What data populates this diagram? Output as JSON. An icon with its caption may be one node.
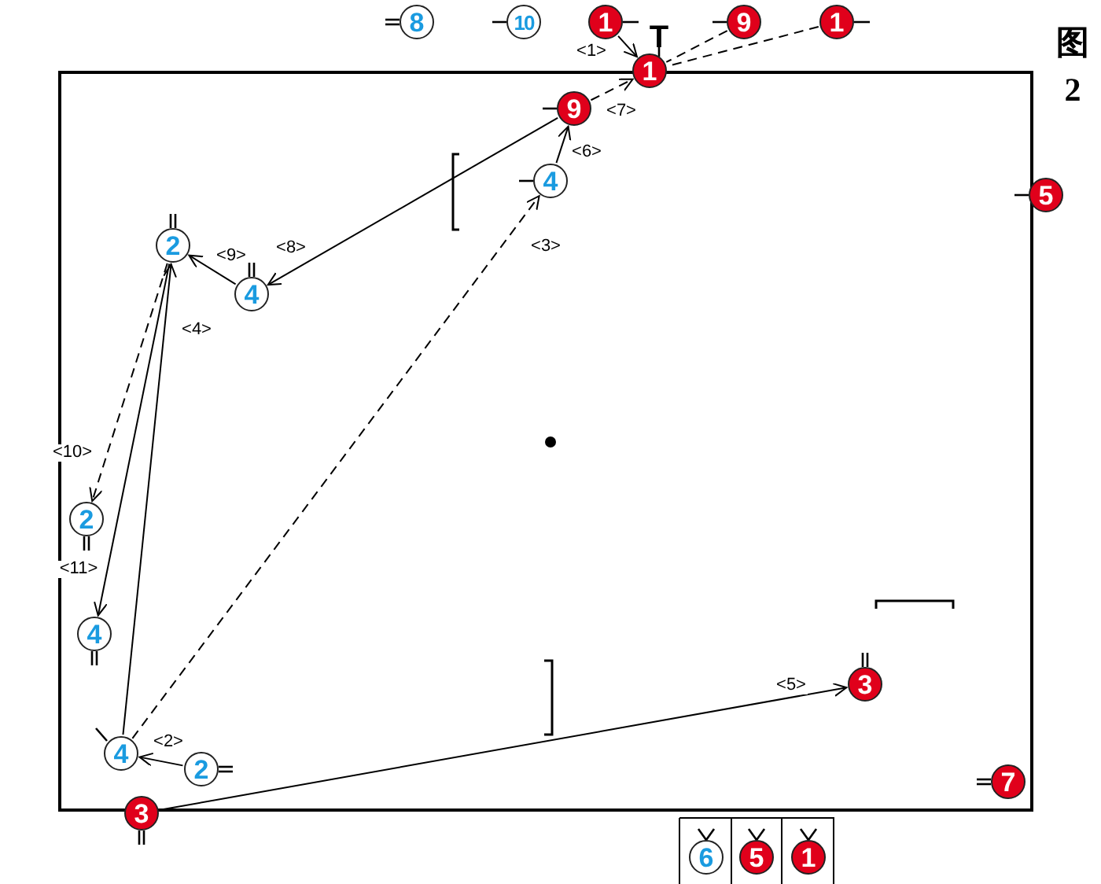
{
  "diagram": {
    "caption": "图 2",
    "nodes": [
      {
        "text": [
          "8"
        ]
      },
      {
        "text": [
          "10"
        ]
      },
      {
        "text": [
          "1"
        ]
      },
      {
        "text": [
          "9"
        ]
      },
      {
        "text": [
          "1"
        ]
      },
      {
        "text": [
          "1"
        ]
      },
      {
        "text": [
          "9"
        ]
      },
      {
        "text": [
          "4"
        ]
      },
      {
        "text": [
          "5"
        ]
      },
      {
        "text": [
          "2"
        ]
      },
      {
        "text": [
          "4"
        ]
      },
      {
        "text": [
          "2"
        ]
      },
      {
        "text": [
          "4"
        ]
      },
      {
        "text": [
          "3"
        ]
      },
      {
        "text": [
          "4"
        ]
      },
      {
        "text": [
          "2"
        ]
      },
      {
        "text": [
          "7"
        ]
      },
      {
        "text": [
          "3"
        ]
      },
      {
        "text": [
          "6"
        ]
      },
      {
        "text": [
          "5"
        ]
      },
      {
        "text": [
          "1"
        ]
      }
    ],
    "edges": [
      {
        "from": 2,
        "to": 5,
        "arrow": "to",
        "label": "<1>"
      },
      {
        "from": 3,
        "to": 5,
        "arrow": "none",
        "style": "dashed"
      },
      {
        "from": 4,
        "to": 5,
        "arrow": "none",
        "style": "dashed"
      },
      {
        "from": 6,
        "to": 5,
        "arrow": "to",
        "label": "<7>",
        "style": "dashed"
      },
      {
        "from": 7,
        "to": 6,
        "arrow": "to",
        "label": "<6>"
      },
      {
        "from": 6,
        "to": 10,
        "arrow": "to",
        "label": "<8>"
      },
      {
        "from": 10,
        "to": 9,
        "arrow": "to",
        "label": "<9>"
      },
      {
        "from": 14,
        "to": 7,
        "arrow": "to",
        "label": "<3>",
        "style": "dashed"
      },
      {
        "from": 14,
        "to": 9,
        "arrow": "to",
        "label": "<4>"
      },
      {
        "from": 9,
        "to": 11,
        "arrow": "to",
        "label": "<10>",
        "style": "dashed"
      },
      {
        "from": 9,
        "to": 12,
        "arrow": "to",
        "label": "<11>"
      },
      {
        "from": 15,
        "to": 14,
        "arrow": "to",
        "label": "<2>"
      },
      {
        "from": 17,
        "to": 13,
        "arrow": "to",
        "label": "<5>"
      }
    ],
    "labels": [
      "T"
    ]
  }
}
